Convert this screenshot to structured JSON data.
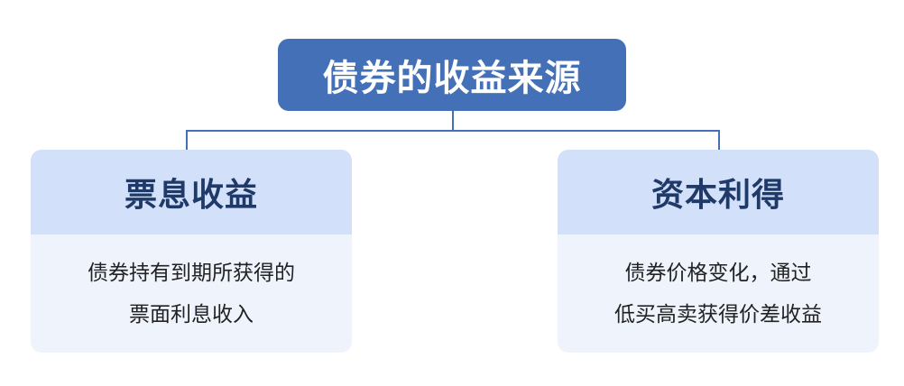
{
  "root": {
    "label": "债券的收益来源"
  },
  "branches": [
    {
      "title": "票息收益",
      "lines": [
        "债券持有到期所获得的",
        "票面利息收入"
      ]
    },
    {
      "title": "资本利得",
      "lines": [
        "债券价格变化，通过",
        "低买高卖获得价差收益"
      ]
    }
  ],
  "colors": {
    "root_fill": "#4470b7",
    "card_header": "#d2e0fa",
    "card_body": "#eef3fc",
    "connector": "#4470b7"
  }
}
